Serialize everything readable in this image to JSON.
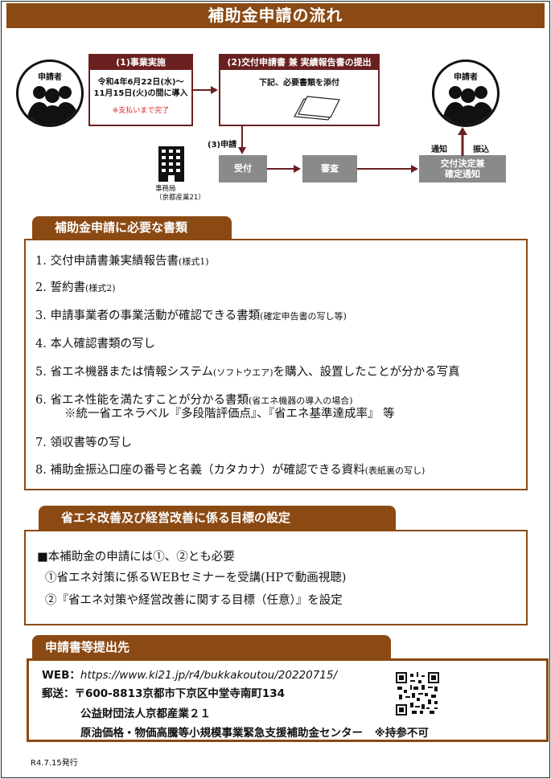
{
  "title": "補助金申請の流れ",
  "flow": {
    "applicant_left": "申請者",
    "applicant_right": "申請者",
    "step1": {
      "head": "(1)事業実施",
      "line1": "令和4年6月22日(水)～",
      "line2": "11月15日(火)の間に導入",
      "note": "※支払いまで完了"
    },
    "step2": {
      "head": "(2)交付申請書 兼 実績報告書の提出",
      "text": "下記、必要書類を添付"
    },
    "step3_label": "(3)申請",
    "office_line1": "事務局",
    "office_line2": "（京都産業21）",
    "box_uketsuke": "受付",
    "box_shinsa": "審査",
    "box_kettei_line1": "交付決定兼",
    "box_kettei_line2": "確定通知",
    "label_tsuchi": "通知",
    "label_furikomi": "振込"
  },
  "docs_section": {
    "header": "補助金申請に必要な書類",
    "items": [
      {
        "main": "1. 交付申請書兼実績報告書",
        "sub": "(様式1)",
        "tail": ""
      },
      {
        "main": "2. 誓約書",
        "sub": "(様式2)",
        "tail": ""
      },
      {
        "main": "3. 申請事業者の事業活動が確認できる書類",
        "sub": "(確定申告書の写し等)",
        "tail": ""
      },
      {
        "main": "4. 本人確認書類の写し",
        "sub": "",
        "tail": ""
      },
      {
        "main": "5. 省エネ機器または情報システム",
        "sub": "(ソフトウエア)",
        "tail": "を購入、設置したことが分かる写真"
      },
      {
        "main": "6. 省エネ性能を満たすことが分かる書類",
        "sub": "(省エネ機器の導入の場合)",
        "tail": ""
      },
      {
        "main": "7. 領収書等の写し",
        "sub": "",
        "tail": ""
      },
      {
        "main": "8. 補助金振込口座の番号と名義（カタカナ）が確認できる資料",
        "sub": "",
        "tail": "(表紙裏の写し)"
      }
    ],
    "item6_note": "※統一省エネラベル『多段階評価点』、『省エネ基準達成率』 等"
  },
  "goal_section": {
    "header": "省エネ改善及び経営改善に係る目標の設定",
    "line1": "■本補助金の申請には①、②とも必要",
    "line2": "①省エネ対策に係るWEBセミナーを受講(HPで動画視聴)",
    "line3": "②『省エネ対策や経営改善に関する目標（任意）』を設定"
  },
  "submit_section": {
    "header": "申請書等提出先",
    "web_label": "WEB：",
    "web_url": "https://www.ki21.jp/r4/bukkakoutou/20220715/",
    "mail_label": "郵送：",
    "mail_addr": "〒600-8813京都市下京区中堂寺南町134",
    "org": "公益財団法人京都産業２１",
    "center": "原油価格・物価高騰等小規模事業緊急支援補助金センター",
    "notice": "※持参不可"
  },
  "issue_date": "R4.7.15発行",
  "colors": {
    "brown": "#8b4a14",
    "maroon": "#6b2020",
    "gray": "#8a8a8a",
    "note_red": "#e02020"
  }
}
